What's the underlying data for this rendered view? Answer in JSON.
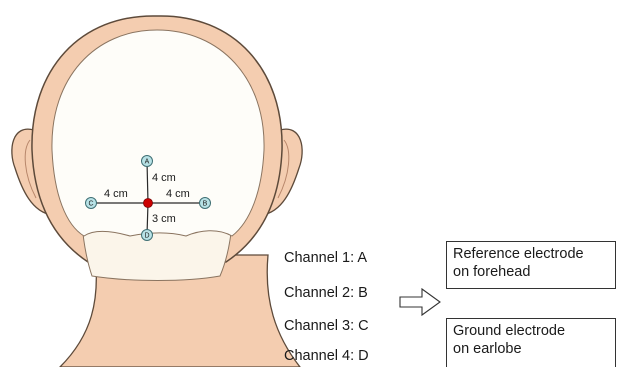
{
  "colors": {
    "skin": "#f4cdb0",
    "hair": "#fefdf9",
    "outline": "#5d4a3a",
    "electrode_fill": "#b8e2e6",
    "center_point": "#cc0000"
  },
  "electrodes": [
    {
      "id": "A"
    },
    {
      "id": "B"
    },
    {
      "id": "C"
    },
    {
      "id": "D"
    }
  ],
  "distances": {
    "up": "4 cm",
    "left": "4 cm",
    "right": "4 cm",
    "down": "3 cm"
  },
  "channels": [
    "Channel 1: A",
    "Channel 2: B",
    "Channel 3: C",
    "Channel 4: D"
  ],
  "boxes": {
    "reference": {
      "line1": "Reference electrode",
      "line2": "on forehead"
    },
    "ground": {
      "line1": "Ground electrode",
      "line2": "on earlobe"
    }
  }
}
